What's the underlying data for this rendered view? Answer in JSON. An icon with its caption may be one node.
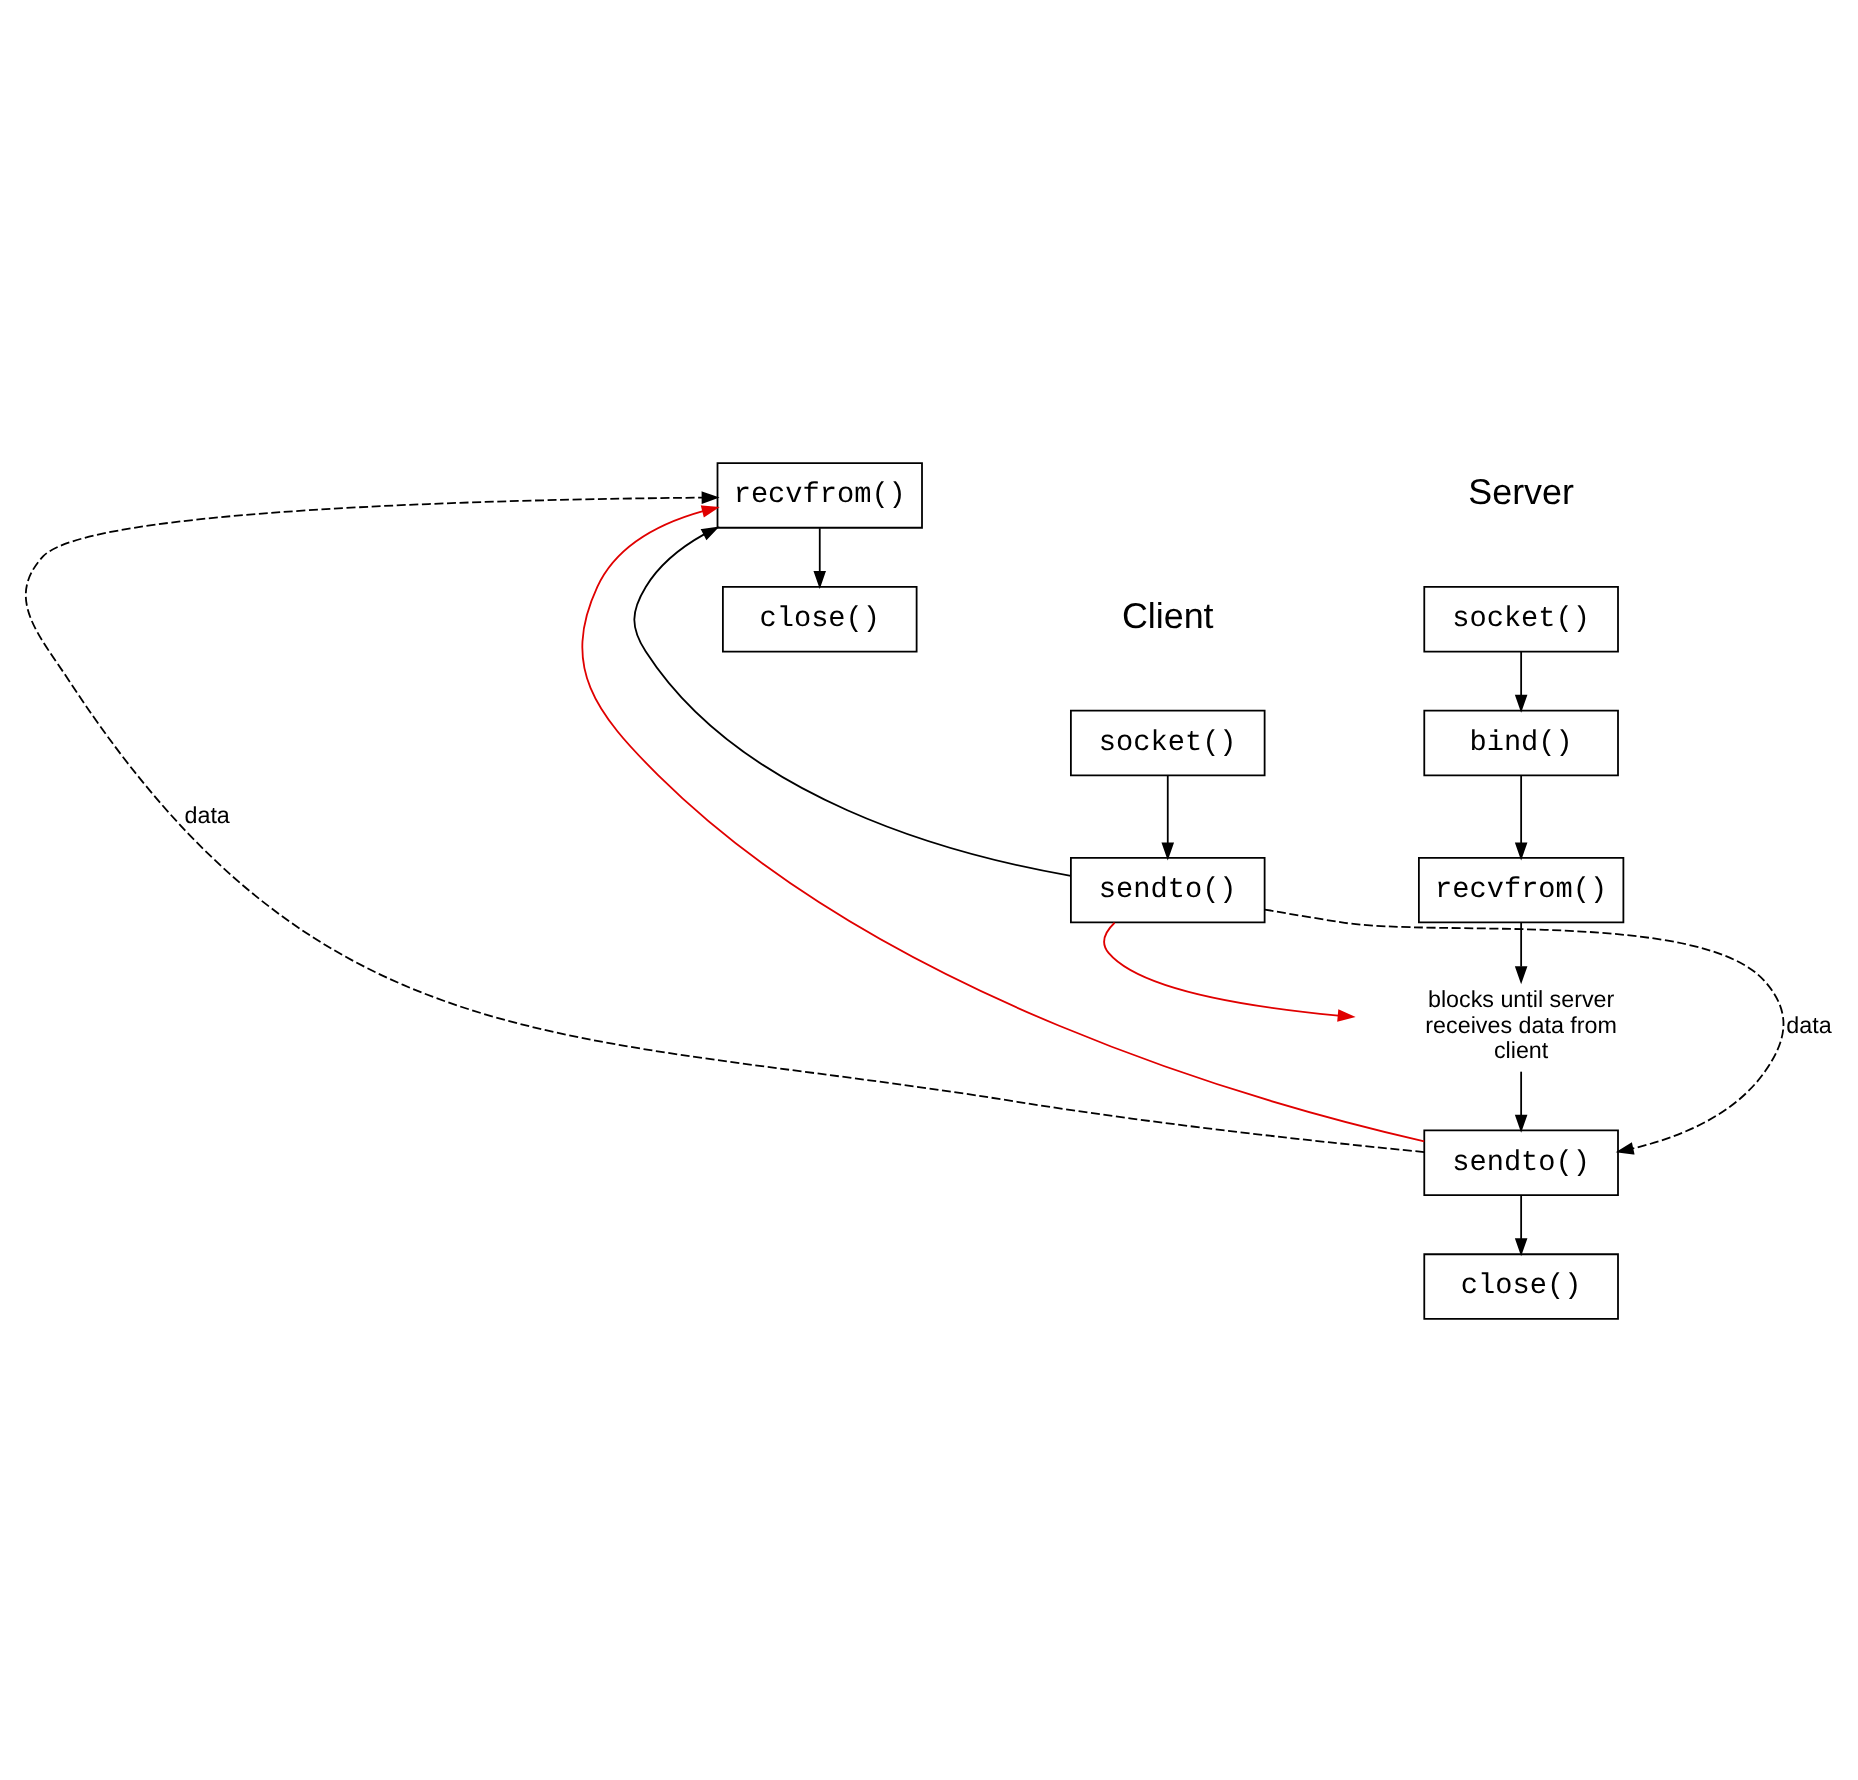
{
  "diagram": {
    "nodes": [
      {
        "text": [
          "socket()"
        ]
      },
      {
        "text": [
          "bind()"
        ]
      },
      {
        "text": [
          "recvfrom()"
        ]
      },
      {
        "text": [
          "blocks until server receives data from client"
        ]
      },
      {
        "text": [
          "sendto()"
        ]
      },
      {
        "text": [
          "close()"
        ]
      },
      {
        "text": [
          "socket()"
        ]
      },
      {
        "text": [
          "sendto()"
        ]
      },
      {
        "text": [
          "recvfrom()"
        ]
      },
      {
        "text": [
          "close()"
        ]
      }
    ],
    "edges": [
      {
        "from": 0,
        "to": 1,
        "arrow": "to"
      },
      {
        "from": 1,
        "to": 2,
        "arrow": "to"
      },
      {
        "from": 2,
        "to": 3,
        "arrow": "to"
      },
      {
        "from": 3,
        "to": 4,
        "arrow": "to"
      },
      {
        "from": 4,
        "to": 5,
        "arrow": "to"
      },
      {
        "from": 6,
        "to": 7,
        "arrow": "to"
      },
      {
        "from": 7,
        "to": 8,
        "arrow": "to"
      },
      {
        "from": 8,
        "to": 9,
        "arrow": "to"
      },
      {
        "from": 7,
        "to": 4,
        "arrow": "to",
        "label": "data",
        "style": "dashed"
      },
      {
        "from": 4,
        "to": 8,
        "arrow": "to",
        "label": "data",
        "style": "dashed"
      },
      {
        "from": 7,
        "to": 3,
        "arrow": "to",
        "color": "#e00000"
      },
      {
        "from": 4,
        "to": 8,
        "arrow": "to",
        "color": "#e00000"
      }
    ],
    "labels": [
      "Server",
      "Client"
    ]
  }
}
